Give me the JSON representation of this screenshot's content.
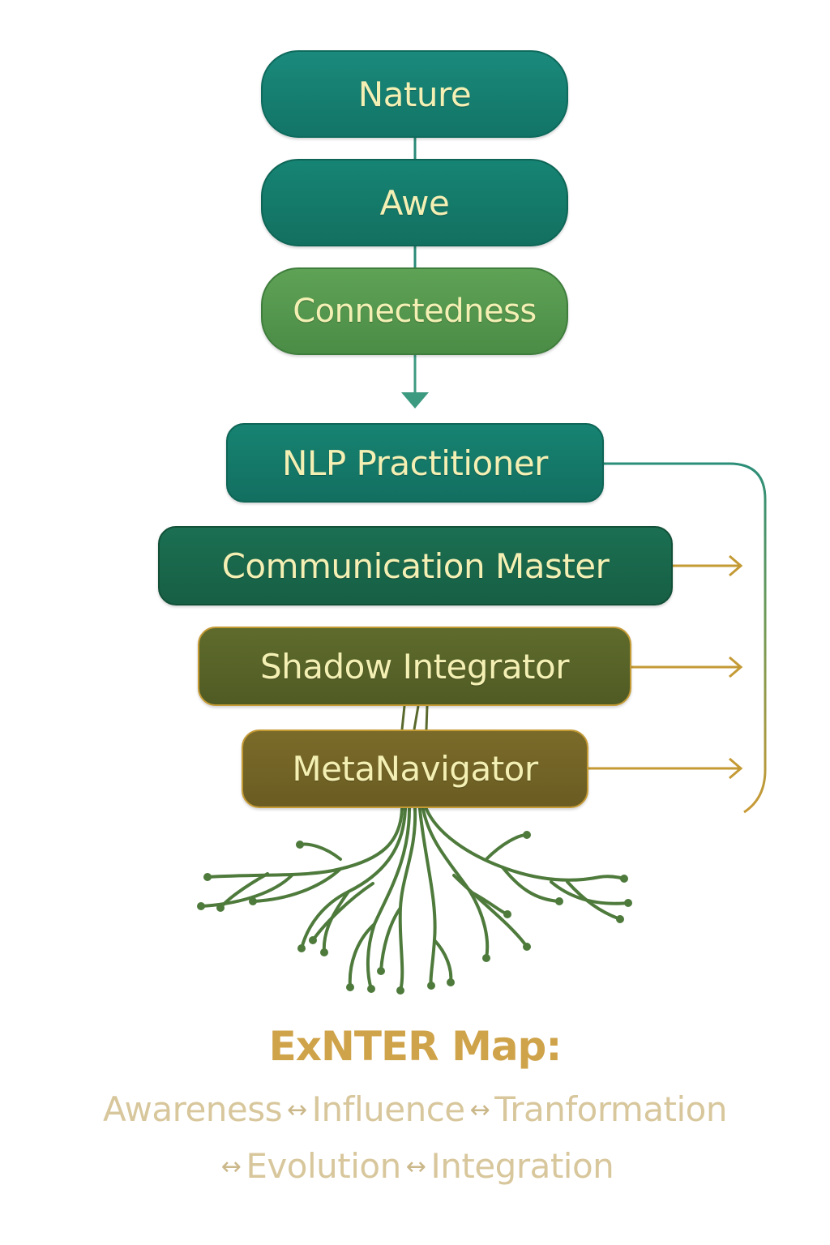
{
  "diagram": {
    "nodes": {
      "nature": "Nature",
      "awe": "Awe",
      "connectedness": "Connectedness",
      "nlp": "NLP Practitioner",
      "communication": "Communication Master",
      "shadow": "Shadow Integrator",
      "meta": "MetaNavigator"
    },
    "colors": {
      "teal": "#17806f",
      "green": "#559a4e",
      "forest": "#1a6a4e",
      "olive": "#58652a",
      "bronze": "#756628",
      "gold": "#c49a35",
      "root": "#4e7a3c",
      "text": "#f4f0b4"
    }
  },
  "map": {
    "title": "ExNTER Map:",
    "line1": {
      "a": "Awareness",
      "b": "Influence",
      "c": "Tranformation"
    },
    "line2": {
      "d": "Evolution",
      "e": "Integration"
    },
    "separator": "↔"
  }
}
